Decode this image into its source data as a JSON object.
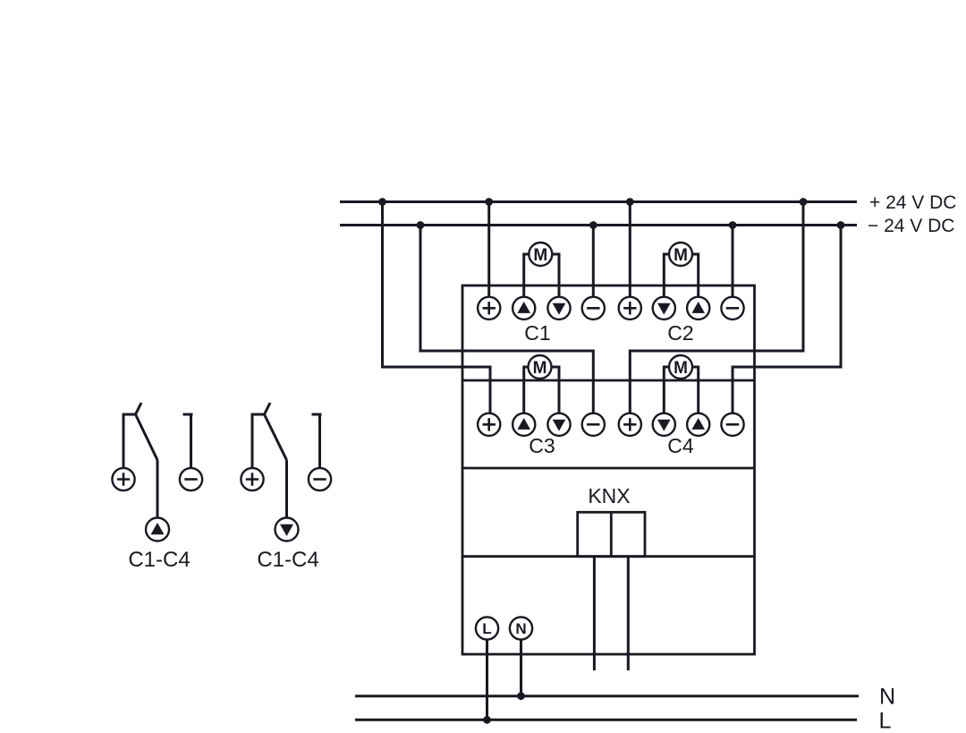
{
  "supply": {
    "positive_label": "+ 24 V DC",
    "negative_label": "− 24 V DC"
  },
  "device": {
    "channels": [
      {
        "id": "C1",
        "terminals": [
          "plus",
          "up",
          "down",
          "minus"
        ]
      },
      {
        "id": "C2",
        "terminals": [
          "plus",
          "down",
          "up",
          "minus"
        ]
      },
      {
        "id": "C3",
        "terminals": [
          "plus",
          "up",
          "down",
          "minus"
        ]
      },
      {
        "id": "C4",
        "terminals": [
          "plus",
          "down",
          "up",
          "minus"
        ]
      }
    ],
    "motor_label": "M",
    "bus_label": "KNX"
  },
  "mains": {
    "line_terminal": "L",
    "neutral_terminal": "N",
    "neutral_line_label": "N",
    "line_line_label": "L"
  },
  "switches": [
    {
      "label": "C1-C4",
      "direction": "up"
    },
    {
      "label": "C1-C4",
      "direction": "down"
    }
  ],
  "colors": {
    "line": "#191923",
    "background": "#ffffff"
  }
}
